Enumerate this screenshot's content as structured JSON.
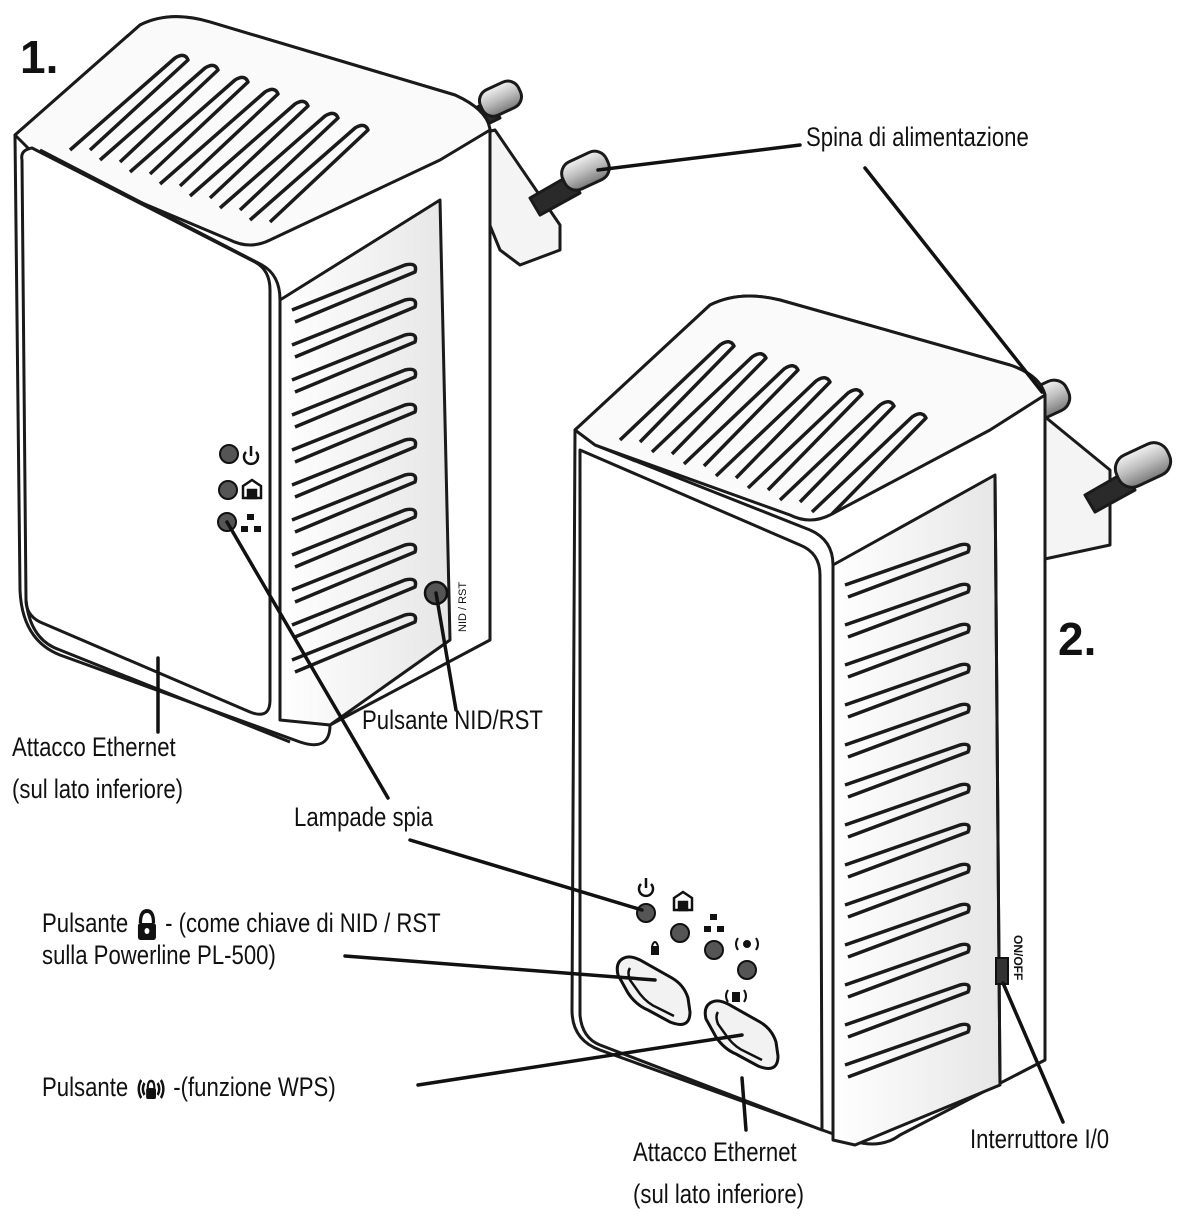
{
  "device_numbers": {
    "first": "1.",
    "second": "2."
  },
  "labels": {
    "power_plug": "Spina di alimentazione",
    "nid_rst_button": "Pulsante NID/RST",
    "ethernet_1_line1": "Attacco Ethernet",
    "ethernet_1_line2": "(sul lato inferiore)",
    "indicator_lamps": "Lampade spia",
    "lock_button_prefix": "Pulsante",
    "lock_button_suffix": "- (come chiave di NID / RST",
    "lock_button_line2": "sulla Powerline PL-500)",
    "wps_button_prefix": "Pulsante",
    "wps_button_suffix": "-(funzione WPS)",
    "ethernet_2_line1": "Attacco Ethernet",
    "ethernet_2_line2": "(sul lato inferiore)",
    "switch": "Interruttore I/0"
  },
  "device_side_text": {
    "nid_rst": "NID / RST",
    "on_off": "ON/OFF"
  },
  "icons": [
    "power-icon",
    "home-network-icon",
    "ethernet-icon",
    "wifi-icon",
    "lock-icon",
    "wps-lock-icon"
  ],
  "colors": {
    "ink": "#111111",
    "body": "#ffffff",
    "shade": "#e9e9e9",
    "led": "#555555"
  }
}
